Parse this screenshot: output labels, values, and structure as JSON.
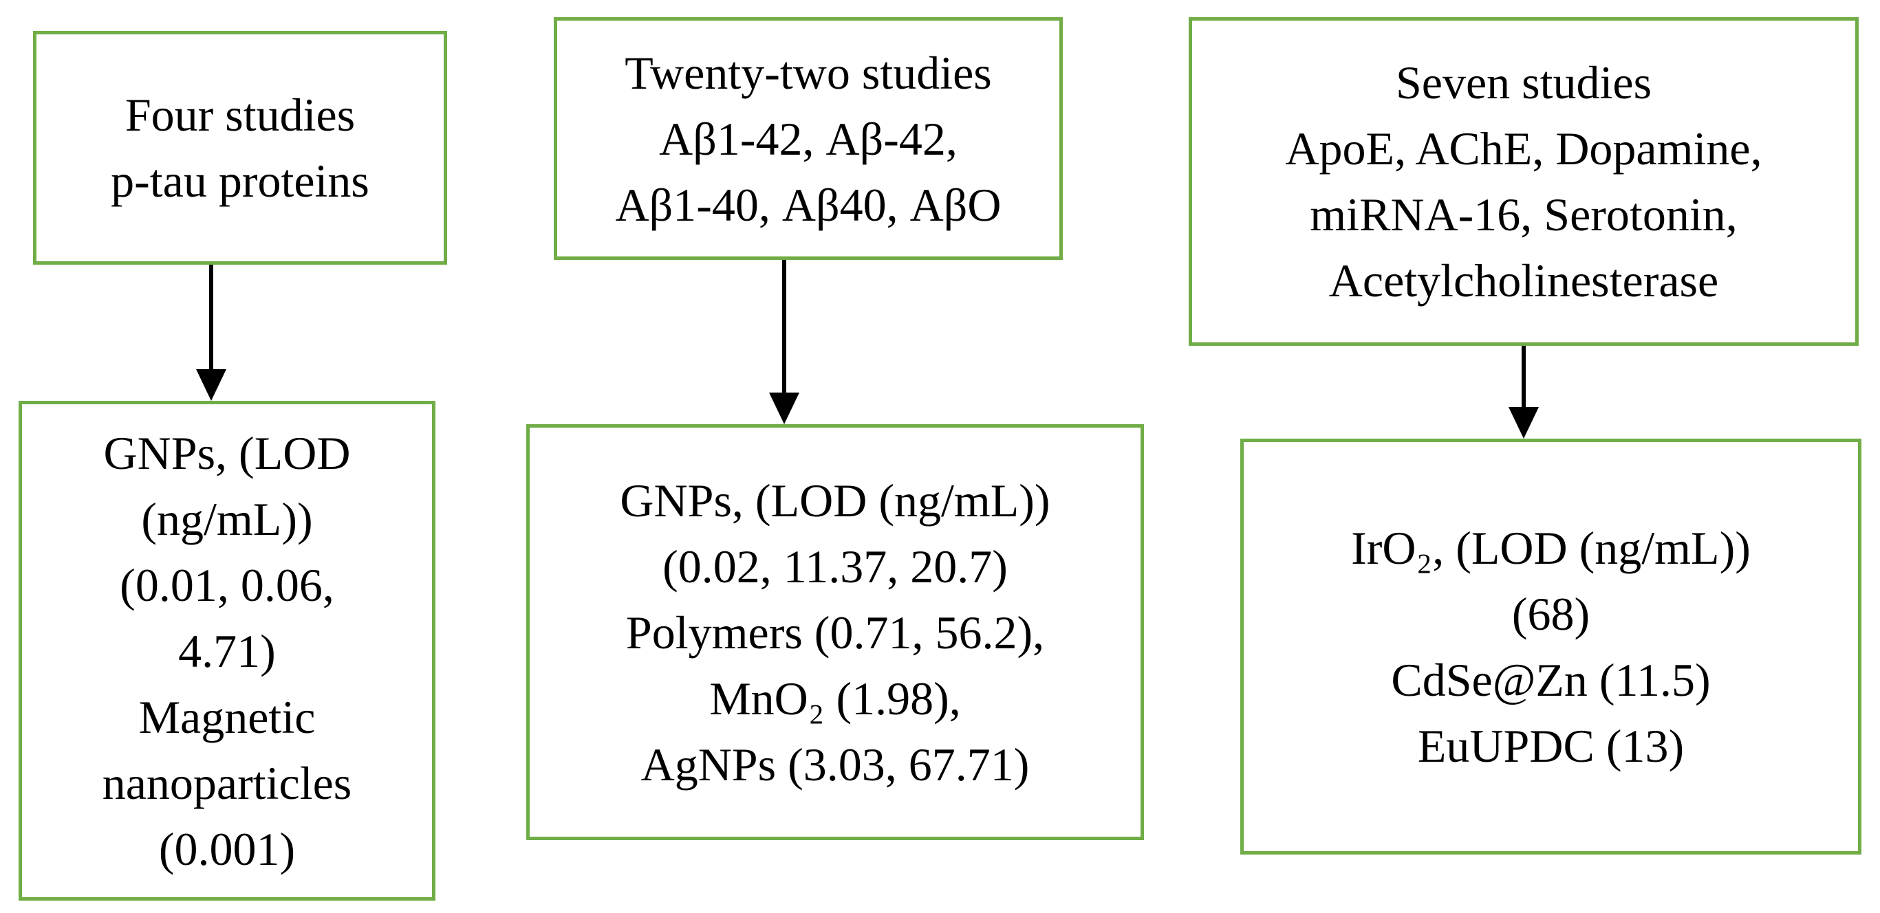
{
  "diagram": {
    "type": "flowchart",
    "accent_border_color": "#70AD47",
    "arrow_color": "#000000",
    "boxes": [
      {
        "id": "top-left",
        "role": "biomarker-group",
        "lines": [
          "Four studies",
          "p-tau proteins"
        ]
      },
      {
        "id": "top-middle",
        "role": "biomarker-group",
        "lines": [
          "Twenty-two studies",
          "Aβ1-42, Aβ-42,",
          "Aβ1-40, Aβ40, AβO"
        ]
      },
      {
        "id": "top-right",
        "role": "biomarker-group",
        "lines": [
          "Seven studies",
          "ApoE, AChE, Dopamine,",
          "miRNA-16, Serotonin,",
          "Acetylcholinesterase"
        ]
      },
      {
        "id": "bottom-left",
        "role": "nanomaterial-lod",
        "lines": [
          "GNPs, (LOD",
          "(ng/mL))",
          "(0.01, 0.06,",
          "4.71)",
          "Magnetic",
          "nanoparticles",
          "(0.001)"
        ]
      },
      {
        "id": "bottom-middle",
        "role": "nanomaterial-lod",
        "lines": [
          "GNPs, (LOD (ng/mL))",
          "(0.02, 11.37, 20.7)",
          "Polymers (0.71, 56.2),",
          "MnO₂ (1.98),",
          "AgNPs (3.03, 67.71)"
        ]
      },
      {
        "id": "bottom-right",
        "role": "nanomaterial-lod",
        "lines": [
          "IrO₂, (LOD (ng/mL))",
          "(68)",
          "CdSe@Zn (11.5)",
          "EuUPDC (13)"
        ]
      }
    ],
    "connectors": [
      {
        "from": "top-left",
        "to": "bottom-left"
      },
      {
        "from": "top-middle",
        "to": "bottom-middle"
      },
      {
        "from": "top-right",
        "to": "bottom-right"
      }
    ]
  }
}
